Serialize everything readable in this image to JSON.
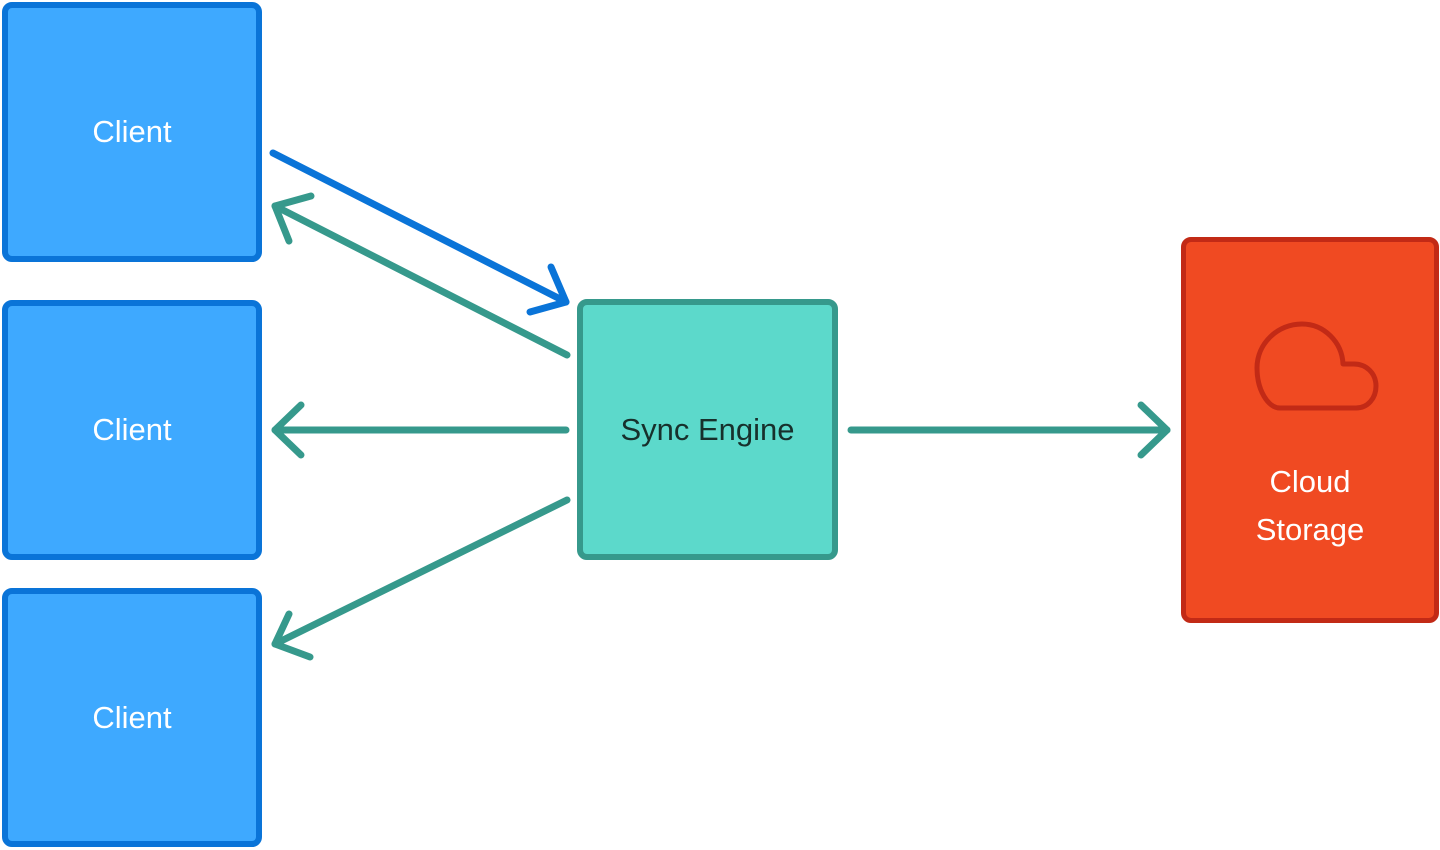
{
  "colors": {
    "client_fill": "#3ea9ff",
    "client_border": "#0a74d8",
    "sync_fill": "#5cd9cb",
    "sync_border": "#36998c",
    "cloud_fill": "#f04a22",
    "cloud_border": "#c22a16",
    "request_arrow": "#0a74d8",
    "response_arrow": "#36998c"
  },
  "nodes": {
    "clients": [
      {
        "label": "Client"
      },
      {
        "label": "Client"
      },
      {
        "label": "Client"
      }
    ],
    "sync_engine": {
      "label": "Sync Engine"
    },
    "cloud_storage": {
      "label_line1": "Cloud",
      "label_line2": "Storage",
      "icon": "cloud-icon"
    }
  },
  "edges": [
    {
      "from": "client-1",
      "to": "sync-engine",
      "color_role": "request_arrow"
    },
    {
      "from": "sync-engine",
      "to": "client-1",
      "color_role": "response_arrow"
    },
    {
      "from": "sync-engine",
      "to": "client-2",
      "color_role": "response_arrow"
    },
    {
      "from": "sync-engine",
      "to": "client-3",
      "color_role": "response_arrow"
    },
    {
      "from": "sync-engine",
      "to": "cloud-storage",
      "color_role": "response_arrow"
    }
  ]
}
